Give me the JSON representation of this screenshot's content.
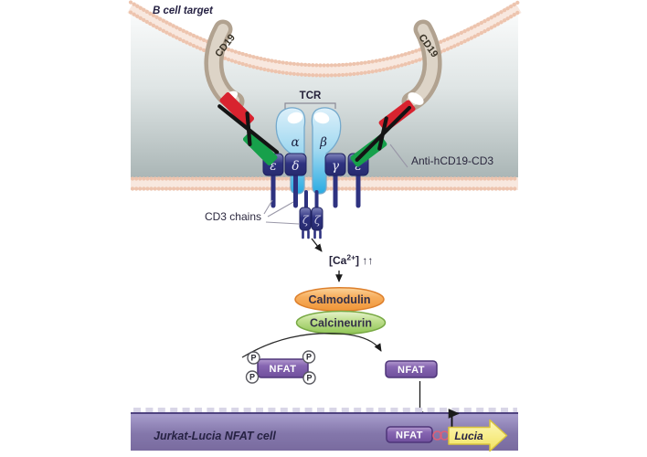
{
  "labels": {
    "b_cell_target": "B cell target",
    "cd19_left": "CD19",
    "cd19_right": "CD19",
    "tcr": "TCR",
    "alpha": "α",
    "beta": "β",
    "epsilon_left": "ε",
    "delta": "δ",
    "gamma": "γ",
    "epsilon_right": "ε",
    "zeta_1": "ζ",
    "zeta_2": "ζ",
    "cd3_chains": "CD3 chains",
    "antibody": "Anti-hCD19-CD3",
    "calcium_open": "[Ca",
    "calcium_sup": "2+",
    "calcium_close": "]",
    "calcium_up": " ↑↑",
    "calmodulin": "Calmodulin",
    "calcineurin": "Calcineurin",
    "nfat_phospho": "NFAT",
    "phosphate": "P",
    "nfat_cytoplasmic": "NFAT",
    "nfat_nuclear": "NFAT",
    "cell_name": "Jurkat-Lucia NFAT cell",
    "reporter": "Lucia"
  },
  "colors": {
    "membrane_dots": "#edc4ae",
    "membrane_band": "#f8e8df",
    "synapse_bottom": "#a6b2b2",
    "tcr_blue": "#29abe2",
    "cd3_navy": "#2e3280",
    "antibody_red": "#d8232f",
    "antibody_green": "#17a04b",
    "cd19_tan": "#b1a290",
    "calmodulin_orange": "#ef9537",
    "calcineurin_green": "#8fc455",
    "nfat_purple": "#6f4f9c",
    "nucleus_purple": "#8477ab",
    "lucia_yellow": "#f2e260",
    "dna_pink": "#dd5f78"
  }
}
